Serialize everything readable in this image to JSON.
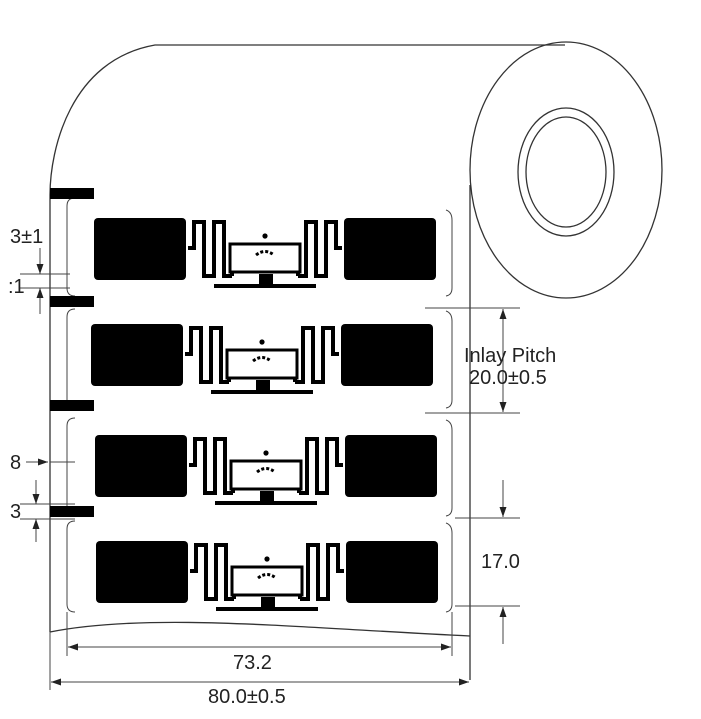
{
  "dimensions": {
    "label_gap_tol": "3±1",
    "edge_margin": ":1",
    "inlay_pitch_title": "Inlay Pitch",
    "inlay_pitch_value": "20.0±0.5",
    "side_offset": "8",
    "bottom_gap": "3",
    "label_height": "17.0",
    "inlay_width": "73.2",
    "roll_width": "80.0±0.5"
  },
  "colors": {
    "line": "#333333",
    "fill": "#000000",
    "background": "#ffffff"
  }
}
